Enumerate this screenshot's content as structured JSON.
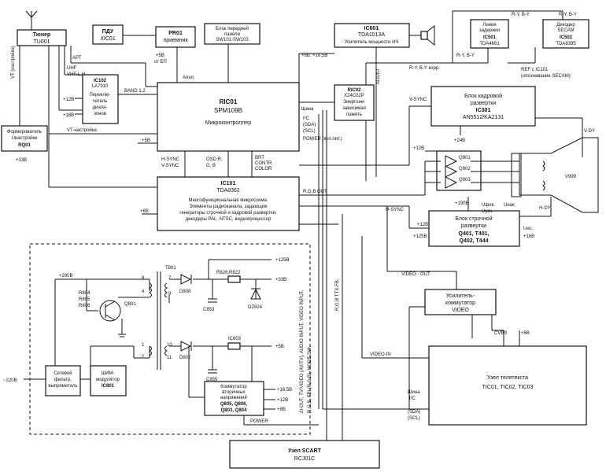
{
  "blocks": {
    "tuner": [
      "Тюнер",
      "TU001"
    ],
    "remote": [
      "ПДУ",
      "XIC01"
    ],
    "receiver": [
      "PR01",
      "приемник"
    ],
    "front_panel": [
      "Блок передней",
      "панели",
      "SW101-SW103"
    ],
    "audio_amp": [
      "IC601",
      "TDA1013A",
      "Усилитель мощности НЧ"
    ],
    "delay_line": [
      "Линия",
      "задержки",
      "IC501",
      "TDA4661"
    ],
    "secam_decoder": [
      "Декодер",
      "SECAM",
      "IC502",
      "TDA8395"
    ],
    "band_switch": [
      "IC102",
      "LA7910",
      "Переклю-",
      "чатель",
      "диапа-",
      "зонов"
    ],
    "mcu": [
      "RIC01",
      "SPM109B",
      "Микроконтроллер"
    ],
    "eeprom": [
      "RIC02",
      "X24C02P",
      "Энергоне-",
      "зависимая",
      "память"
    ],
    "frame_scan": [
      "Блок кадровой",
      "развертки",
      "IC301",
      "AN5512/KA2131"
    ],
    "vt_former": [
      "Формирователь",
      "Uнастройки",
      "RQ01"
    ],
    "main_ic": [
      "IC101",
      "TDA8362",
      "Многофункциональная микросхема:",
      "Элементы радиоканала, задающие",
      "генераторы строчной и кадровой развертки,",
      "декодеры PAL, NTSC, видеопроцессор"
    ],
    "line_scan": [
      "Блок строчной",
      "развертки",
      "Q401, T401,",
      "Q402, T444"
    ],
    "video_amp": [
      "Усилитель-",
      "коммутатор",
      "VIDEO"
    ],
    "teletext": [
      "Узел телетекста",
      "TIC01, TIC02, TIC03"
    ],
    "mains_filter": [
      "Сетевой",
      "фильтр,",
      "выпрямитель"
    ],
    "pwm": [
      "ШИМ-",
      "модулятор",
      "IC801"
    ],
    "secondary_switch": [
      "Коммутатор",
      "вторичных",
      "напряжений",
      "Q805, Q806,",
      "Q803, Q804"
    ],
    "scart": [
      "Узел SCART",
      "RCJ01C"
    ]
  },
  "labels": {
    "apt": "АРТ",
    "uhf": "UHF",
    "vhf": "VHF-L,H",
    "plus12": "+12В",
    "plus18": "+18В",
    "plus5_bp": "+5В",
    "ot_bp": "от БП",
    "amot": "Amot",
    "band": "BAND 1,2",
    "plus8_16": "+8В, +16,5В",
    "audio": "AUDIO",
    "ry_by_1": "R-Y, B-Y",
    "ry_by_2": "R-Y, B-Y",
    "ry_by_3": "R-Y, B-Y",
    "ry_by_corr": "R-Y, B-Y корр.",
    "ref": "REF с IC101",
    "ref2": "(опознавание SECAM)",
    "vt_tune": "VT (настройка)",
    "vt_nastroika": "VT-настройка",
    "plus33": "+33В",
    "plus5_mcu": "+5В",
    "bus": "Шина",
    "i2c": "I²C",
    "sda": "(SDA)",
    "scl": "(SCL)",
    "power_line": "POWER (вкл.пит.)",
    "vsync": "V-SYNC",
    "plus24": "+24В",
    "vdy": "V-DY",
    "hsync_vsync": [
      "H-SYNC",
      "V-SYNC"
    ],
    "osd": [
      "OSD R,",
      "G, B"
    ],
    "brt": [
      "BRT",
      "CONTR",
      "COLOR"
    ],
    "q901": "Q901",
    "q902": "Q902",
    "q903": "Q903",
    "v999": "V999",
    "plus12_b": "+12В",
    "plus8": "+8В",
    "rgb_out": "R,G,B OUT",
    "hsync": "H-SYNC",
    "plus190": "+190В",
    "ufok": [
      "Uфок.",
      "Uуск."
    ],
    "unak": "Uнак.",
    "hdy": "H-DY",
    "plus12_c": "+12В",
    "plus125_a": "+125В",
    "plus16": "+16В",
    "uhc": "Uнс.",
    "video_out": "VIDEO - OUT",
    "cvbs": "CVBS",
    "plus8_tt": "+8В",
    "video_in": "VIDEO-IN",
    "bus2": "Шина",
    "i2c_2": "I²C",
    "sda2": "(SDA)",
    "scl2": "(SCL)",
    "plus280": "+280В",
    "t801": "T801",
    "r804": [
      "R804",
      "R805",
      "R806"
    ],
    "q801": "Q801",
    "d808": "D808",
    "r826": "R826,R822",
    "c853": "C853",
    "dz824": "DZ824",
    "plus125_b": "+125В",
    "plus33_b": "+33В",
    "d802": "D802",
    "ic803": "IC803",
    "c855": "C855",
    "plus5_b": "+5В",
    "plus165": "+16,5В",
    "plus12_d": "+12В",
    "plus8_b": "+8В",
    "power_word": "POWER",
    "mains": "~220В",
    "pin8": "8",
    "pin4": "4",
    "pin7": "7",
    "pin9": "9",
    "pin1": "1",
    "pin2": "2",
    "pin10": "10",
    "pin11": "11",
    "scart_v1": "2I-OUT, TV/VIDEO (AV/TV), AUDIO INPUT, VIDEO INPUT,",
    "scart_v2": "R,G,B, FBI (R,G,B), MODE SW.",
    "rgb_ttx": "R,G,B TTX-FB,"
  }
}
